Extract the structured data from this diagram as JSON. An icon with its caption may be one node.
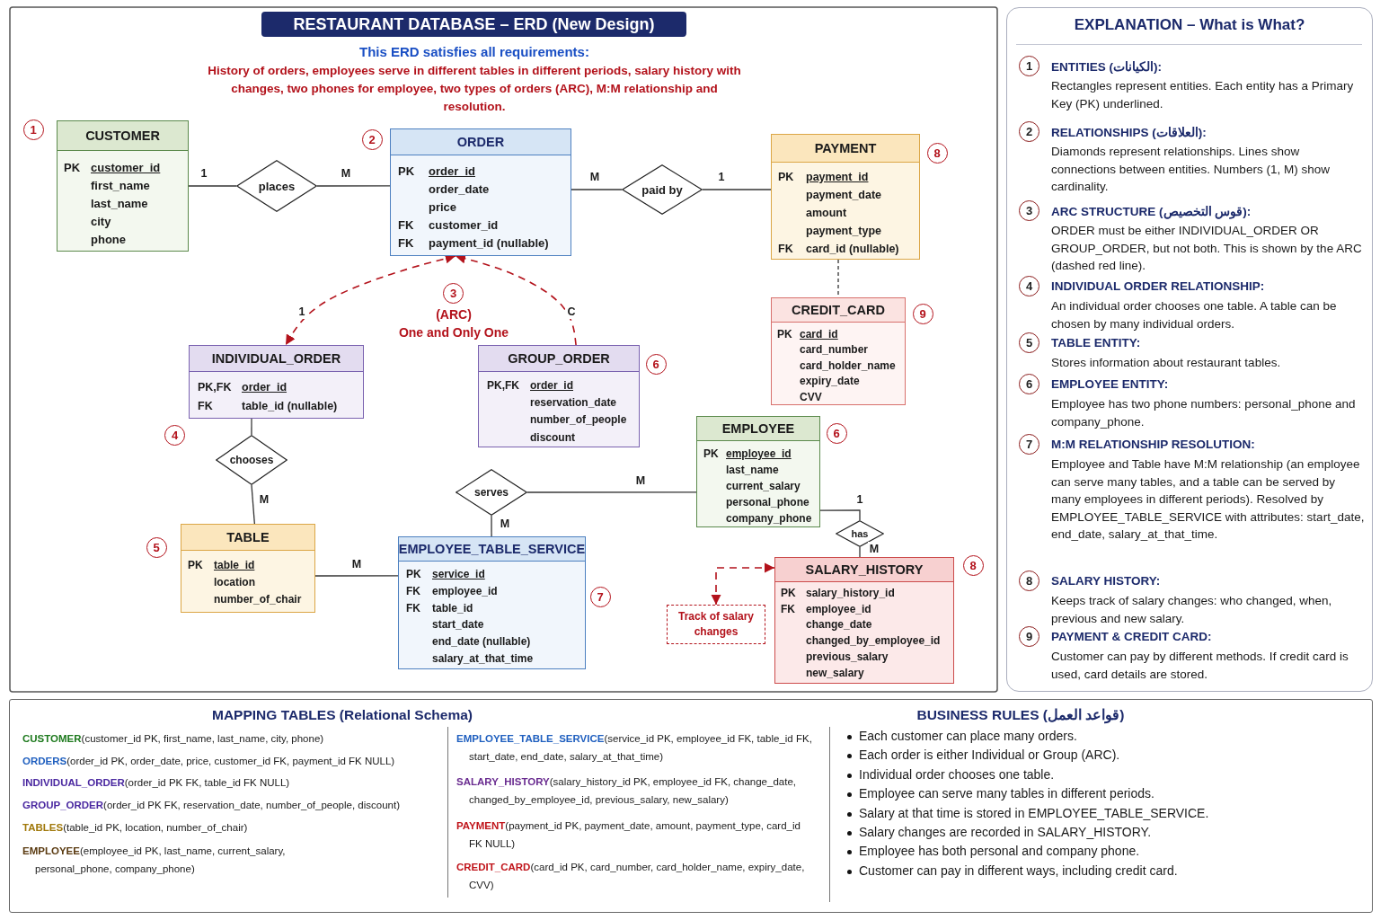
{
  "diagram": {
    "title": "RESTAURANT DATABASE – ERD (New Design)",
    "nodes": [
      {
        "text": [
          "CUSTOMER",
          "PK",
          "customer_id",
          "first_name",
          "last_name",
          "city",
          "phone"
        ],
        "beside": [
          "1"
        ]
      },
      {
        "text": [
          "places"
        ]
      },
      {
        "text": [
          "ORDER",
          "PK",
          "order_id",
          "order_date",
          "price",
          "FK",
          "customer_id",
          "FK",
          "payment_id (nullable)"
        ],
        "beside": [
          "2"
        ]
      },
      {
        "text": [
          "paid by"
        ]
      },
      {
        "text": [
          "PAYMENT",
          "PK",
          "payment_id",
          "payment_date",
          "amount",
          "payment_type",
          "FK",
          "card_id (nullable)"
        ],
        "beside": [
          "8"
        ]
      },
      {
        "text": [
          "CREDIT_CARD",
          "PK",
          "card_id",
          "card_number",
          "card_holder_name",
          "expiry_date",
          "CVV"
        ],
        "beside": [
          "9"
        ]
      },
      {
        "text": [
          "INDIVIDUAL_ORDER",
          "PK,FK",
          "order_id",
          "FK",
          "table_id (nullable)"
        ]
      },
      {
        "text": [
          "GROUP_ORDER",
          "PK,FK",
          "order_id",
          "reservation_date",
          "number_of_people",
          "discount"
        ],
        "beside": [
          "6"
        ]
      },
      {
        "text": [
          "EMPLOYEE",
          "PK",
          "employee_id",
          "last_name",
          "current_salary",
          "personal_phone",
          "company_phone"
        ],
        "beside": [
          "6"
        ]
      },
      {
        "text": [
          "chooses"
        ]
      },
      {
        "text": [
          "serves"
        ]
      },
      {
        "text": [
          "TABLE",
          "PK",
          "table_id",
          "location",
          "number_of_chair"
        ],
        "beside": [
          "5"
        ]
      },
      {
        "text": [
          "EMPLOYEE_TABLE_SERVICE",
          "PK",
          "service_id",
          "FK",
          "employee_id",
          "FK",
          "table_id",
          "start_date",
          "end_date (nullable)",
          "salary_at_that_time"
        ],
        "beside": [
          "7"
        ]
      },
      {
        "text": [
          "has"
        ]
      },
      {
        "text": [
          "Track of salary changes"
        ]
      },
      {
        "text": [
          "SALARY_HISTORY",
          "PK",
          "salary_history_id",
          "FK",
          "employee_id",
          "change_date",
          "changed_by_employee_id",
          "previous_salary",
          "new_salary"
        ],
        "beside": [
          "8"
        ]
      },
      {
        "text": [
          "EXPLANATION – What is What?",
          "1",
          "ENTITIES (الكيانات):",
          "Rectangles represent entities. Each entity has a Primary Key (PK) underlined.",
          "2",
          "RELATIONSHIPS (العلاقات):",
          "Diamonds represent relationships. Lines show connections between entities. Numbers (1, M) show cardinality.",
          "3",
          "ARC STRUCTURE (قوس التخصيص):",
          "ORDER must be either INDIVIDUAL_ORDER OR GROUP_ORDER, but not both. This is shown by the ARC (dashed red line).",
          "4",
          "INDIVIDUAL ORDER RELATIONSHIP:",
          "An individual order chooses one table. A table can be chosen by many individual orders.",
          "5",
          "TABLE ENTITY:",
          "Stores information about restaurant tables.",
          "6",
          "EMPLOYEE ENTITY:",
          "Employee has two phone numbers: personal_phone and company_phone.",
          "7",
          "M:M RELATIONSHIP RESOLUTION:",
          "Employee and Table have M:M relationship (an employee can serve many tables, and a table can be served by many employees in different periods). Resolved by EMPLOYEE_TABLE_SERVICE with attributes: start_date, end_date, salary_at_that_time.",
          "8",
          "SALARY HISTORY:",
          "Keeps track of salary changes: who changed, when, previous and new salary.",
          "9",
          "PAYMENT & CREDIT CARD:",
          "Customer can pay by different methods. If credit card is used, card details are stored."
        ]
      },
      {
        "text": [
          "MAPPING TABLES (Relational Schema)",
          "**CUSTOMER**(customer_id PK, first_name, last_name, city, phone)",
          "**ORDERS**(order_id PK, order_date, price, customer_id FK, payment_id FK NULL)",
          "**INDIVIDUAL_ORDER**(order_id PK FK, table_id FK NULL)",
          "**GROUP_ORDER**(order_id PK FK, reservation_date, number_of_people, discount)",
          "**TABLES**(table_id PK, location, number_of_chair)",
          "**EMPLOYEE**(employee_id PK, last_name, current_salary, personal_phone, company_phone)",
          "**EMPLOYEE_TABLE_SERVICE**(service_id PK, employee_id FK, table_id FK, start_date, end_date, salary_at_that_time)",
          "**SALARY_HISTORY**(salary_history_id PK, employee_id FK, change_date, changed_by_employee_id, previous_salary, new_salary)",
          "**PAYMENT**(payment_id PK, payment_date, amount, payment_type, card_id FK NULL)",
          "**CREDIT_CARD**(card_id PK, card_number, card_holder_name, expiry_date, CVV)",
          "BUSINESS RULES (قواعد العمل)",
          "Each customer can place many orders.",
          "Each order is either Individual or Group (ARC).",
          "Individual order chooses one table.",
          "Employee can serve many tables in different periods.",
          "Salary at that time is stored in EMPLOYEE_TABLE_SERVICE.",
          "Salary changes are recorded in SALARY_HISTORY.",
          "Employee has both personal and company phone.",
          "Customer can pay in different ways, including credit card."
        ]
      }
    ],
    "edges": [
      {
        "from": 0,
        "to": 1,
        "arrow": "none",
        "label": "1"
      },
      {
        "from": 1,
        "to": 2,
        "arrow": "none",
        "label": "M"
      },
      {
        "from": 2,
        "to": 3,
        "arrow": "none",
        "label": "M"
      },
      {
        "from": 3,
        "to": 4,
        "arrow": "none",
        "label": "1"
      },
      {
        "from": 4,
        "to": 5,
        "arrow": "none",
        "style": "dashed"
      },
      {
        "from": 2,
        "to": 6,
        "arrow": "both",
        "label": "1",
        "style": "dashed",
        "color": "#b3121b"
      },
      {
        "from": 7,
        "to": 2,
        "arrow": "to",
        "label": "C",
        "style": "dashed",
        "color": "#b3121b"
      },
      {
        "from": 6,
        "to": 9,
        "arrow": "none"
      },
      {
        "from": 9,
        "to": 11,
        "arrow": "none",
        "label": "M"
      },
      {
        "from": 11,
        "to": 12,
        "arrow": "none",
        "label": "M"
      },
      {
        "from": 10,
        "to": 12,
        "arrow": "none",
        "label": "M"
      },
      {
        "from": 10,
        "to": 8,
        "arrow": "none",
        "label": "M"
      },
      {
        "from": 8,
        "to": 13,
        "arrow": "none",
        "label": "1"
      },
      {
        "from": 13,
        "to": 15,
        "arrow": "none",
        "label": "M"
      },
      {
        "from": 14,
        "to": 15,
        "arrow": "both",
        "style": "dashed",
        "color": "#b3121b"
      }
    ],
    "labels": [
      "This ERD satisfies all requirements:",
      "History of orders, employees serve in different tables in different periods, salary history with changes, two phones for employee, two types of orders (ARC), M:M relationship and resolution.",
      "3",
      "(ARC)",
      "One and Only One",
      "4"
    ]
  }
}
